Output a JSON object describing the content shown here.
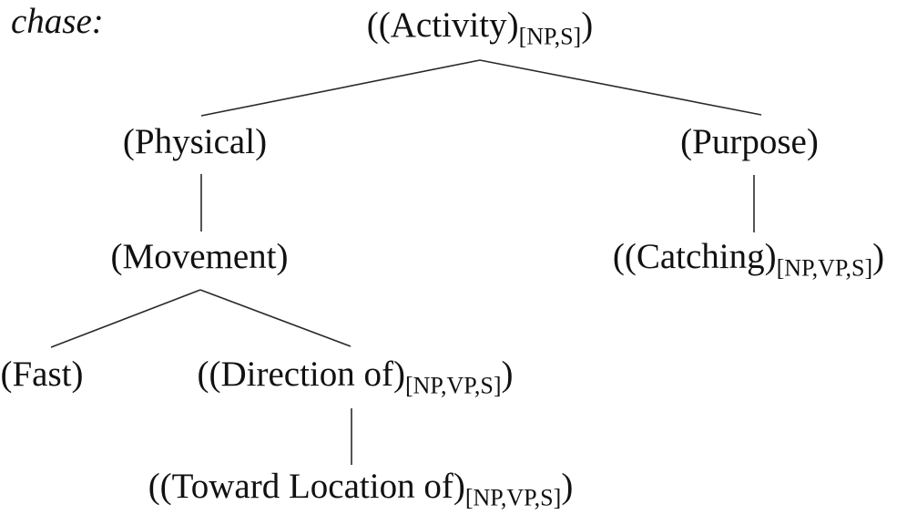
{
  "header": {
    "lemma": "chase:"
  },
  "colors": {
    "text": "#111111",
    "line": "#2a2a2a",
    "background": "#ffffff"
  },
  "tree": {
    "nodes": {
      "activity": {
        "main": "((Activity)",
        "subscript": "[NP,S]",
        "close": ")"
      },
      "physical": {
        "main": "(Physical)",
        "subscript": "",
        "close": ""
      },
      "purpose": {
        "main": "(Purpose)",
        "subscript": "",
        "close": ""
      },
      "movement": {
        "main": "(Movement)",
        "subscript": "",
        "close": ""
      },
      "catching": {
        "main": "((Catching)",
        "subscript": "[NP,VP,S]",
        "close": ")"
      },
      "fast": {
        "main": "(Fast)",
        "subscript": "",
        "close": ""
      },
      "direction": {
        "main": "((Direction of)",
        "subscript": "[NP,VP,S]",
        "close": ")"
      },
      "toward": {
        "main": "((Toward Location of)",
        "subscript": "[NP,VP,S]",
        "close": ")"
      }
    },
    "edges": [
      [
        "activity",
        "physical"
      ],
      [
        "activity",
        "purpose"
      ],
      [
        "physical",
        "movement"
      ],
      [
        "purpose",
        "catching"
      ],
      [
        "movement",
        "fast"
      ],
      [
        "movement",
        "direction"
      ],
      [
        "direction",
        "toward"
      ]
    ]
  }
}
